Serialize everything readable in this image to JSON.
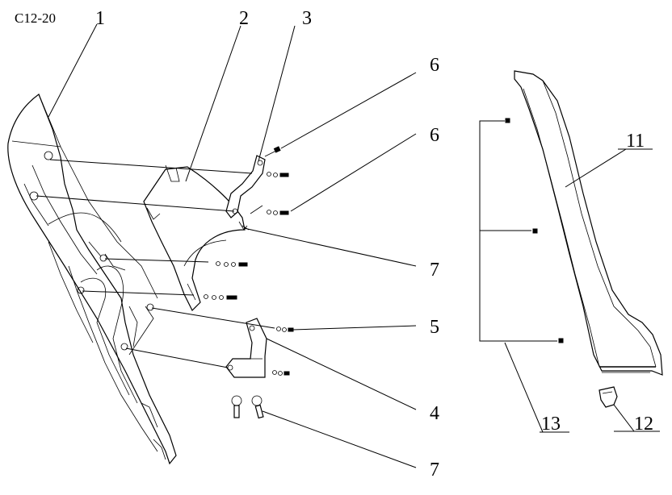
{
  "figure_code": "C12-20",
  "callouts": {
    "c1": "1",
    "c2": "2",
    "c3": "3",
    "c6a": "6",
    "c6b": "6",
    "c7a": "7",
    "c7b": "7",
    "c5": "5",
    "c4": "4",
    "c11": "11",
    "c12": "12",
    "c13": "13"
  }
}
